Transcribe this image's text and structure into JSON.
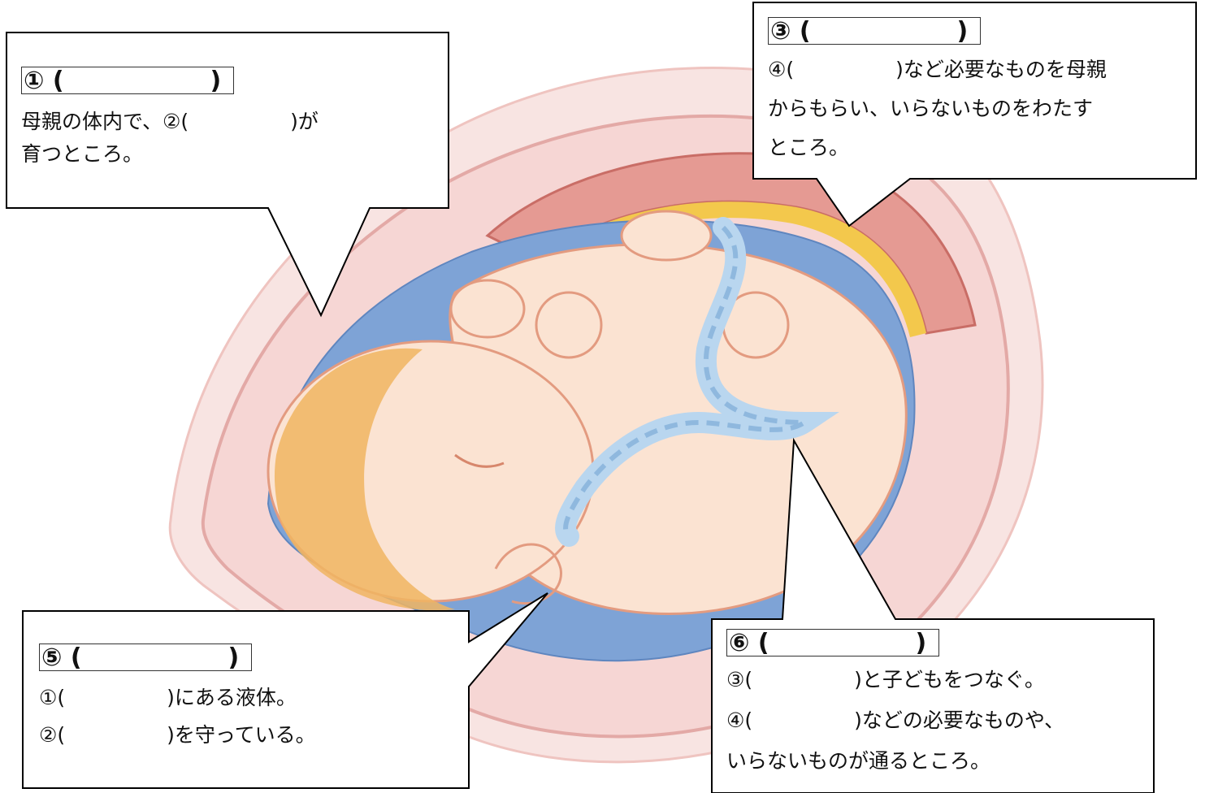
{
  "callouts": {
    "c1": {
      "heading": "① (　　　　　　)",
      "lines": [
        "母親の体内で、②(　　　　　)が",
        "育つところ。"
      ]
    },
    "c3": {
      "heading": "③ (　　　　　　)",
      "lines": [
        "④(　　　　　)など必要なものを母親",
        "からもらい、いらないものをわたす",
        "ところ。"
      ]
    },
    "c5": {
      "heading": "⑤ (　　　　　　)",
      "lines": [
        "①(　　　　　)にある液体。",
        "②(　　　　　)を守っている。"
      ]
    },
    "c6": {
      "heading": "⑥ (　　　　　　)",
      "lines": [
        "③(　　　　　)と子どもをつなぐ。",
        "④(　　　　　)などの必要なものや、",
        "いらないものが通るところ。"
      ]
    }
  },
  "colors": {
    "uterus_wall": "#f6d6d4",
    "uterus_outline": "#e3a9a6",
    "placenta": "#e59a93",
    "placenta_edge": "#f3c84c",
    "amniotic_fluid": "#7ea3d6",
    "fetus_skin": "#fbe3d2",
    "fetus_outline": "#e39b80",
    "hair": "#f0b562",
    "cord": "#b9d6ef",
    "callout_border": "#000000"
  }
}
